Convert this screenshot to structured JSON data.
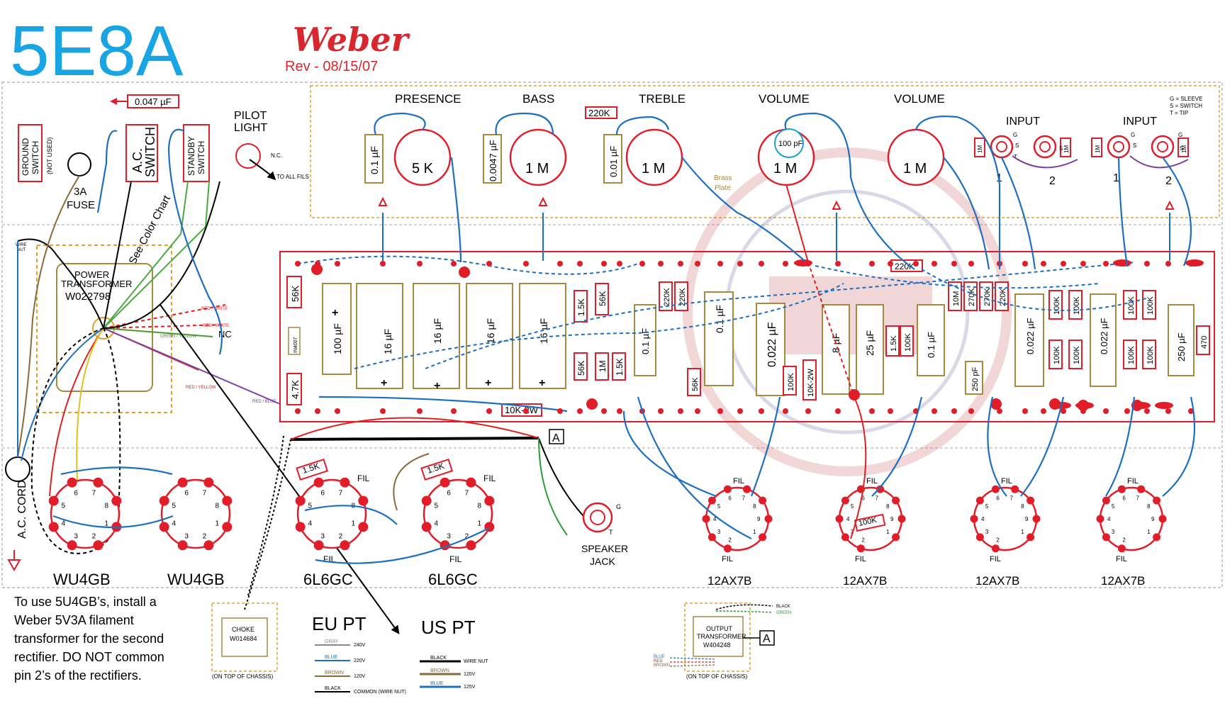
{
  "header": {
    "model": "5E8A",
    "brand": "Weber",
    "revision": "Rev - 08/15/07"
  },
  "colors": {
    "model_blue": "#19a4e3",
    "brand_red": "#d7282f",
    "wire_blue": "#1f6fbf",
    "wire_red": "#e02020",
    "eyelet_red": "#e21d2a",
    "component_tan": "#a58a40",
    "section_orange": "#e0a030"
  },
  "controls": {
    "presence": "PRESENCE",
    "bass": "BASS",
    "treble": "TREBLE",
    "volume1": "VOLUME",
    "volume2": "VOLUME",
    "pot_5k": "5 K",
    "pot_1m_a": "1 M",
    "pot_1m_b": "1 M",
    "pot_1m_c": "1 M",
    "pot_1m_d": "1 M",
    "cap_presence": "0.1 µF",
    "cap_bass": "0.0047 µF",
    "cap_treble": "0.01 µF",
    "cap_vol": "100 pF",
    "res_tone": "220K",
    "brass_plate": "Brass\nPlate"
  },
  "inputs": {
    "label_a": "INPUT",
    "label_b": "INPUT",
    "n1": "1",
    "n2": "2",
    "n3": "1",
    "n4": "2",
    "res_a": "1M",
    "res_b": "1M",
    "res_c": "1M",
    "res_d": "1M",
    "legend": [
      "G = SLEEVE",
      "S = SWITCH",
      "T = TIP"
    ],
    "g": "G",
    "s": "S",
    "t": "T"
  },
  "left_panel": {
    "ground_switch": "GROUND\nSWITCH",
    "not_used": "(NOT USED)",
    "fuse": "3A\nFUSE",
    "ac_switch": "A.C.\nSWITCH",
    "standby_switch": "STANDBY\nSWITCH",
    "pilot_light": "PILOT\nLIGHT",
    "nc": "N.C.",
    "to_all_fils": "TO ALL FILS",
    "cap_047": "0.047 µF",
    "see_color_chart": "See Color Chart",
    "wire_nut": "WIRE NUT",
    "ac_cord": "A.C. CORD",
    "pt_label": "POWER\nTRANSFORMER",
    "pt_part": "W022798",
    "nc2": "NC",
    "wire_labels": [
      "RED / WHITE",
      "RED / WHITE",
      "GREEN / YELLOW",
      "RED / YELLOW",
      "RED / BLUE",
      "BLACK",
      "BROWN",
      "BLUE",
      "YELLOW",
      "RED",
      "RED",
      "YELLOW",
      "GREEN",
      "GREEN"
    ]
  },
  "board": {
    "caps": [
      "100 µF",
      "16 µF",
      "16 µF",
      "16 µF",
      "16 µF",
      "0.1 µF",
      "0.1 µF",
      "0.022 µF",
      "8 µF",
      "25 µF",
      "0.1 µF",
      "250 pF",
      "0.022 µF",
      "0.022 µF",
      "250 µF"
    ],
    "resistors": [
      "56K",
      "IN4007",
      "4.7K",
      "1.5K",
      "56K",
      "56K",
      "1M",
      "1.5K",
      "220K",
      "220K",
      "56K",
      "100K",
      "10K-2W",
      "1.5K",
      "100K",
      "220K",
      "10M",
      "270K",
      "270K",
      "220K",
      "100K",
      "100K",
      "100K",
      "100K",
      "100K",
      "100K",
      "100K",
      "100K",
      "470",
      "10K-2W"
    ],
    "plus": "+"
  },
  "tubes": {
    "t1": "WU4GB",
    "t2": "WU4GB",
    "t3": "6L6GC",
    "t4": "6L6GC",
    "t5": "12AX7B",
    "t6": "12AX7B",
    "t7": "12AX7B",
    "t8": "12AX7B",
    "fil": "FIL",
    "res_15k_a": "1.5K",
    "res_15k_b": "1.5K",
    "res_100k": "100K",
    "pins8": [
      "1",
      "2",
      "3",
      "4",
      "5",
      "6",
      "7",
      "8"
    ],
    "pins9": [
      "1",
      "2",
      "3",
      "4",
      "5",
      "6",
      "7",
      "8",
      "9"
    ]
  },
  "speaker": {
    "label": "SPEAKER\nJACK",
    "g": "G",
    "t": "T",
    "a": "A",
    "black": "BLACK",
    "green": "GREEN",
    "red": "RED",
    "brown": "BROWN",
    "blue": "BLUE"
  },
  "notes": {
    "rectifier_note": "To use 5U4GB’s, install a\nWeber 5V3A filament\ntransformer for the second\nrectifier.  DO NOT common\npin 2’s of the rectifiers.",
    "choke_label": "CHOKE",
    "choke_part": "W014684",
    "on_top": "(ON TOP OF CHASSIS)",
    "on_top2": "(ON TOP OF CHASSIS)",
    "ot_label": "OUTPUT\nTRANSFORMER",
    "ot_part": "W404248",
    "ot_a": "A",
    "ot_wires": [
      "BLACK",
      "GREEN",
      "BLUE",
      "RED",
      "BROWN"
    ]
  },
  "eu_pt": {
    "title": "EU PT",
    "rows": [
      {
        "color": "GRAY",
        "value": "240V"
      },
      {
        "color": "BLUE",
        "value": "220V"
      },
      {
        "color": "BROWN",
        "value": "120V"
      },
      {
        "color": "BLACK",
        "value": "COMMON (WIRE NUT)"
      }
    ]
  },
  "us_pt": {
    "title": "US PT",
    "rows": [
      {
        "color": "BLACK",
        "value": "WIRE NUT"
      },
      {
        "color": "BROWN",
        "value": "120V"
      },
      {
        "color": "BLUE",
        "value": "125V"
      }
    ]
  }
}
